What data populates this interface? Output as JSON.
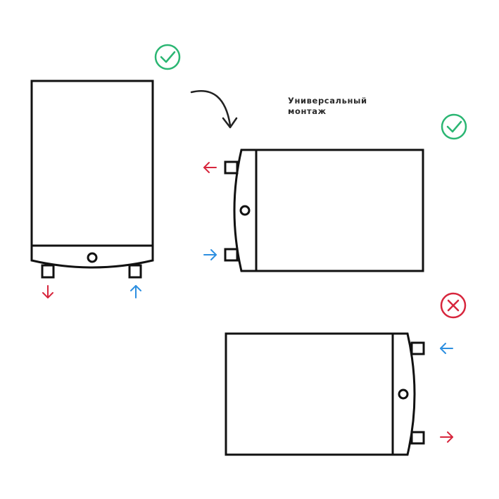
{
  "caption": {
    "line1": "Универсальный",
    "line2": "монтаж"
  },
  "colors": {
    "outline": "#111111",
    "ok": "#2bb673",
    "bad": "#d7263d",
    "hot": "#d7263d",
    "cold": "#2d8fe0",
    "background": "#ffffff"
  },
  "orientations": [
    {
      "position": "vertical",
      "status": "allowed",
      "icon": "check-circle-icon"
    },
    {
      "position": "horizontal-left",
      "status": "allowed",
      "icon": "check-circle-icon"
    },
    {
      "position": "horizontal-right",
      "status": "forbidden",
      "icon": "cross-circle-icon"
    }
  ],
  "pipe_flow": {
    "hot": "out",
    "cold": "in"
  }
}
